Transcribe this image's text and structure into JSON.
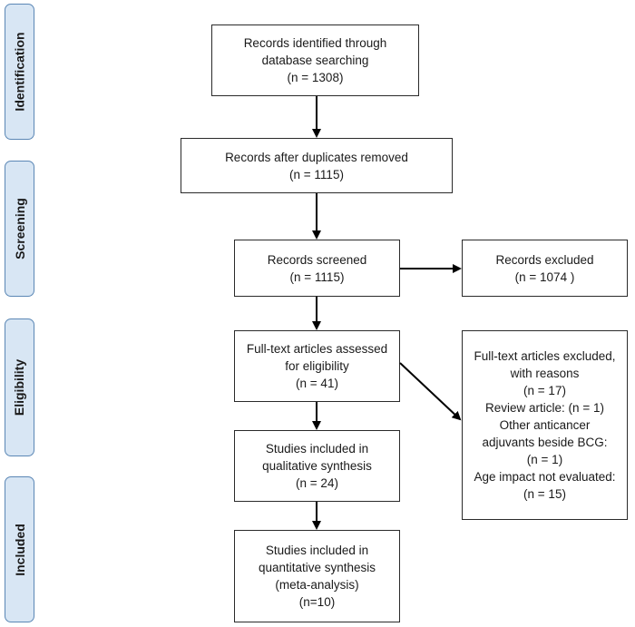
{
  "phases": {
    "identification": "Identification",
    "screening": "Screening",
    "eligibility": "Eligibility",
    "included": "Included"
  },
  "boxes": {
    "identified": {
      "lines": [
        "Records identified through",
        "database searching",
        "(n = 1308)"
      ]
    },
    "dedup": {
      "lines": [
        "Records after duplicates removed",
        "(n = 1115)"
      ]
    },
    "screened": {
      "lines": [
        "Records screened",
        "(n = 1115)"
      ]
    },
    "excluded": {
      "lines": [
        "Records excluded",
        "(n = 1074 )"
      ]
    },
    "fulltext": {
      "lines": [
        "Full-text articles assessed",
        "for eligibility",
        "(n = 41)"
      ]
    },
    "ft_excluded": {
      "lines": [
        "Full-text articles excluded,",
        "with reasons",
        "(n = 17)",
        "Review article: (n = 1)",
        "Other anticancer",
        "adjuvants beside BCG:",
        "(n = 1)",
        "Age impact not evaluated:",
        "(n = 15)"
      ]
    },
    "qualitative": {
      "lines": [
        "Studies included in",
        "qualitative synthesis",
        "(n = 24)"
      ]
    },
    "quantitative": {
      "lines": [
        "Studies included in",
        "quantitative synthesis",
        "(meta-analysis)",
        "(n=10)"
      ]
    }
  },
  "colors": {
    "phase_fill": "#d8e6f4",
    "phase_border": "#5b87b5",
    "line": "#000000"
  }
}
